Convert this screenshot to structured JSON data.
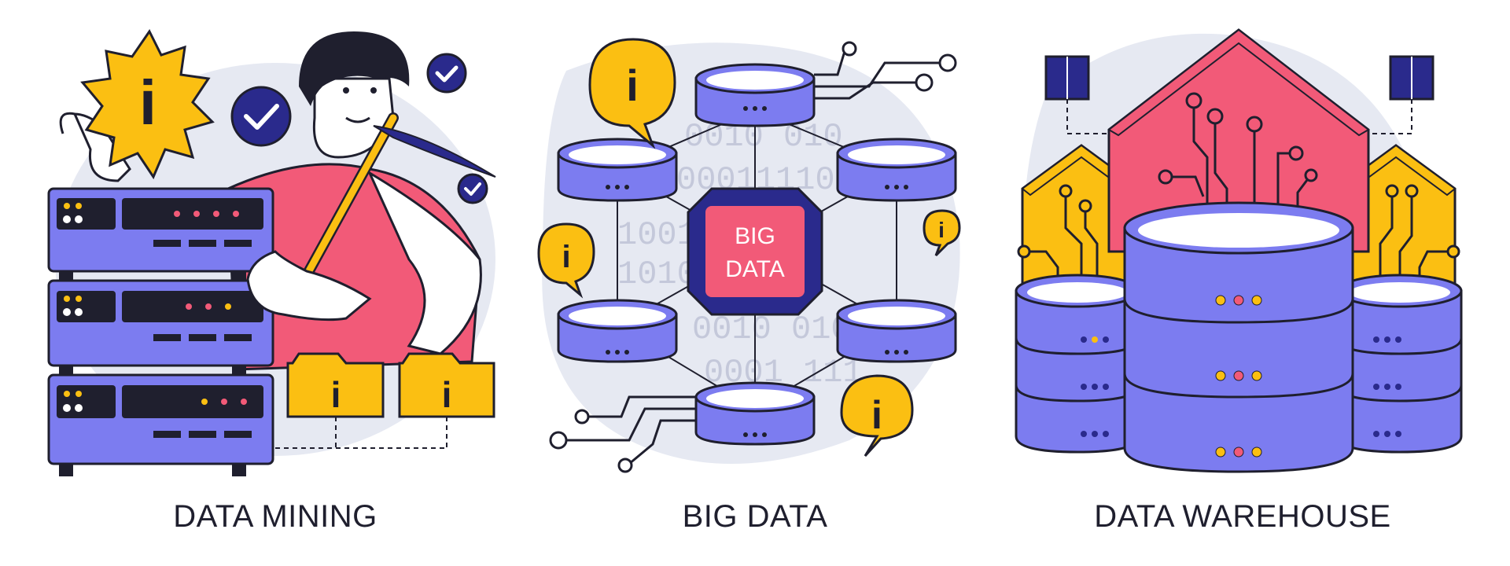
{
  "panels": [
    {
      "caption": "DATA MINING"
    },
    {
      "caption": "BIG DATA",
      "center_chip": {
        "line1": "BIG",
        "line2": "DATA"
      },
      "binary_rows": [
        "0010 010",
        "00011110",
        "1001 0101",
        "1010 1011",
        "0010 010",
        "0001 111"
      ]
    },
    {
      "caption": "DATA WAREHOUSE"
    }
  ],
  "info_glyph": "i",
  "colors": {
    "outline": "#1f1f2e",
    "purple": "#7c7cf0",
    "pink": "#f25a78",
    "yellow": "#fbbf12",
    "navy": "#2a2a8c",
    "bg_blob": "#e6e9f2"
  }
}
